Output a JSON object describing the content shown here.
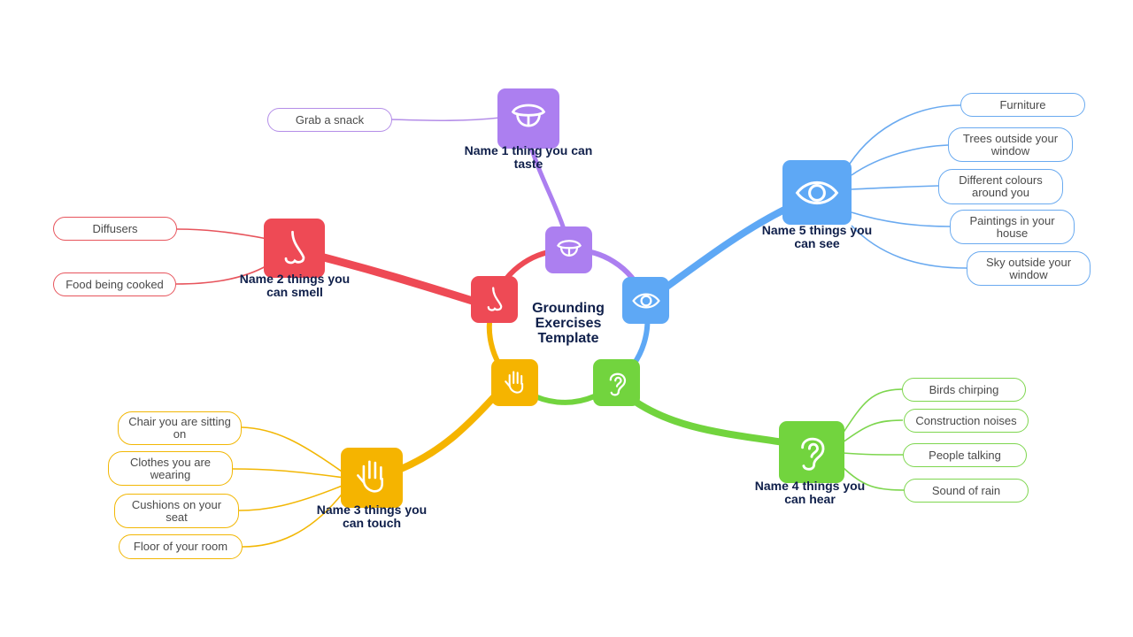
{
  "center": {
    "title": "Grounding Exercises Template"
  },
  "branches": {
    "taste": {
      "label": "Name 1 thing you can taste",
      "color": "#ac7ff0",
      "items": [
        "Grab a snack"
      ]
    },
    "smell": {
      "label": "Name 2 things you can smell",
      "color": "#ee4a55",
      "items": [
        "Diffusers",
        "Food being cooked"
      ]
    },
    "touch": {
      "label": "Name 3 things you can touch",
      "color": "#f5b400",
      "items": [
        "Chair you are sitting on",
        "Clothes you are wearing",
        "Cushions on your seat",
        "Floor of your room"
      ]
    },
    "hear": {
      "label": "Name 4 things you can  hear",
      "color": "#72d43e",
      "items": [
        "Birds chirping",
        "Construction noises",
        "People talking",
        "Sound of rain"
      ]
    },
    "see": {
      "label": "Name 5 things you can see",
      "color": "#5ea8f5",
      "items": [
        "Furniture",
        "Trees outside your window",
        "Different colours around you",
        "Paintings in your house",
        "Sky outside your window"
      ]
    }
  },
  "icons": {
    "taste": "tongue-icon",
    "smell": "nose-icon",
    "touch": "hand-icon",
    "hear": "ear-icon",
    "see": "eye-icon"
  }
}
